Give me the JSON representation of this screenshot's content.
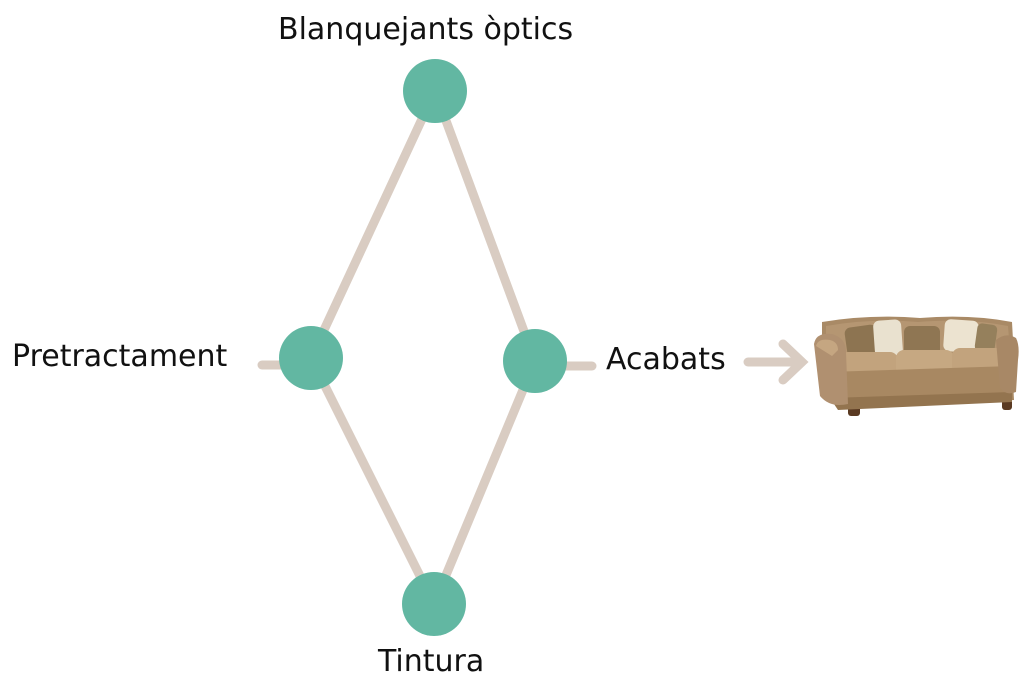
{
  "nodes": {
    "top": {
      "label": "Blanquejants òptics"
    },
    "left": {
      "label": "Pretractament"
    },
    "right": {
      "label": "Acabats"
    },
    "bottom": {
      "label": "Tintura"
    }
  },
  "product": {
    "icon": "sofa-icon"
  },
  "colors": {
    "node_fill": "#62B7A2",
    "connector": "#D9CCC2",
    "label_text": "#111111"
  }
}
